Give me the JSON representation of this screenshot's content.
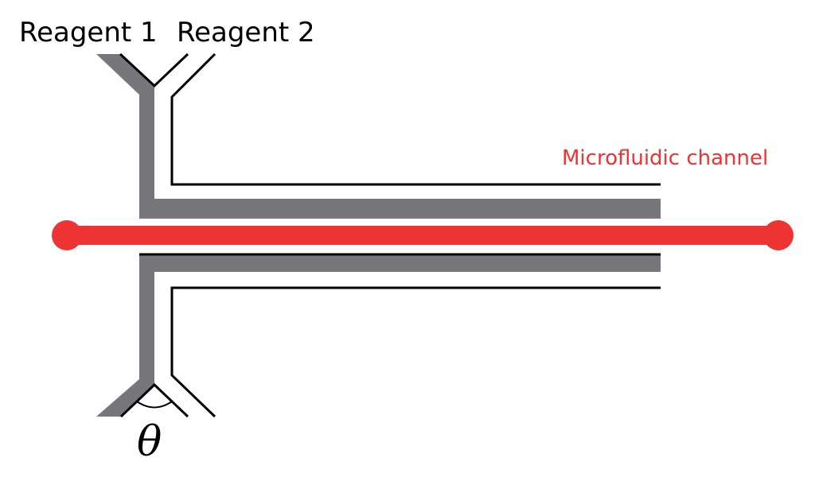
{
  "labels": {
    "reagent_1": "Reagent 1",
    "reagent_2": "Reagent 2",
    "channel": "Microfluidic channel",
    "angle": "θ"
  },
  "colors": {
    "outline": "#000000",
    "fluid": "#77777b",
    "highlight": "#ee3333",
    "background": "#ffffff"
  }
}
